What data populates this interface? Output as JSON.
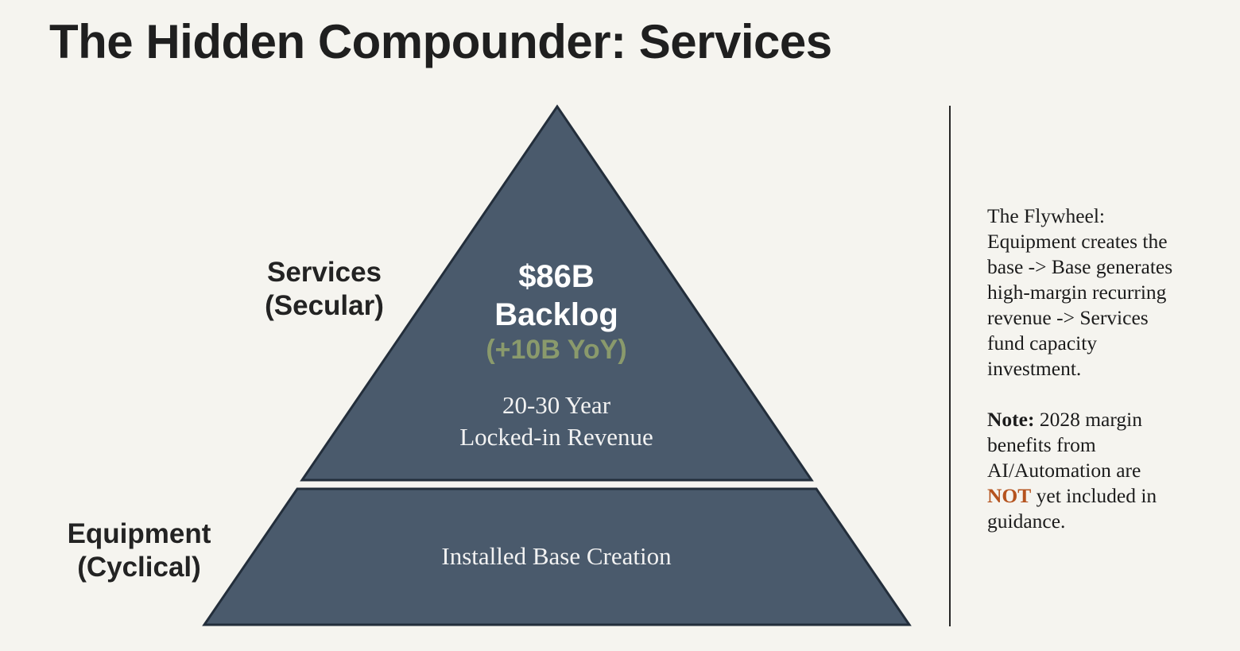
{
  "title": "The Hidden Compounder: Services",
  "colors": {
    "background": "#f5f4ef",
    "pyramid_fill": "#4a5a6c",
    "growth_text": "#8a9a6c",
    "accent": "#b5531e"
  },
  "pyramid": {
    "top_tier": {
      "side_label_line1": "Services",
      "side_label_line2": "(Secular)",
      "backlog_amount": "$86B",
      "backlog_label": "Backlog",
      "backlog_growth": "(+10B YoY)",
      "description_line1": "20-30 Year",
      "description_line2": "Locked-in Revenue"
    },
    "bottom_tier": {
      "side_label_line1": "Equipment",
      "side_label_line2": "(Cyclical)",
      "description": "Installed Base Creation"
    }
  },
  "side_notes": {
    "flywheel_lines": [
      "The Flywheel:",
      "Equipment creates the",
      "base -> Base generates",
      "high-margin recurring",
      "revenue -> Services",
      "fund capacity",
      "investment."
    ],
    "note_label": "Note:",
    "note_line1_rest": " 2028 margin",
    "note_line2": "benefits from",
    "note_line3": "AI/Automation are",
    "note_emphasis": "NOT",
    "note_line4_rest": " yet included in",
    "note_line5": "guidance."
  }
}
